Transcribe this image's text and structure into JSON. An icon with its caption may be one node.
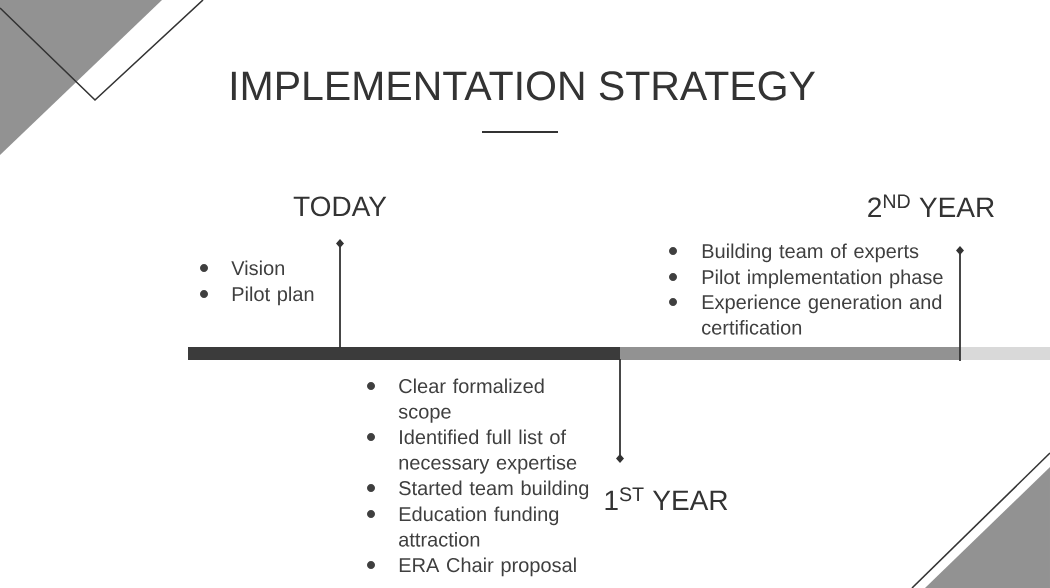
{
  "diagram": {
    "title": "IMPLEMENTATION STRATEGY",
    "labels": [
      "TODAY",
      "Vision",
      "Pilot plan",
      "2$^{ND}$ YEAR",
      "Building team of experts",
      "Pilot implementation phase",
      "Experience generation and certification",
      "Clear formalized scope",
      "Identified full list of necessary expertise",
      "Started team building",
      "Education funding attraction",
      "ERA Chair proposal",
      "1$^{ST}$ YEAR"
    ]
  }
}
